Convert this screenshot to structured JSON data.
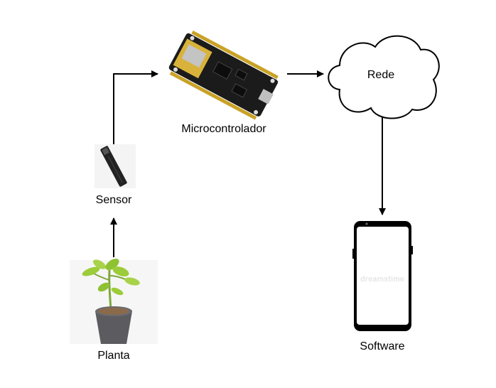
{
  "nodes": {
    "plant": {
      "label": "Planta",
      "icon": "potted-plant-icon"
    },
    "sensor": {
      "label": "Sensor",
      "icon": "soil-sensor-icon"
    },
    "microcontroller": {
      "label": "Microcontrolador",
      "icon": "nodemcu-board-icon"
    },
    "network": {
      "label": "Rede",
      "icon": "cloud-icon"
    },
    "software": {
      "label": "Software",
      "icon": "smartphone-icon",
      "watermark": "dreamstime"
    }
  },
  "colors": {
    "arrow": "#000000",
    "board": "#1b1b1b",
    "pins": "#c9a227",
    "plant_leaf": "#9ccc3a",
    "pot": "#5c5c60"
  }
}
